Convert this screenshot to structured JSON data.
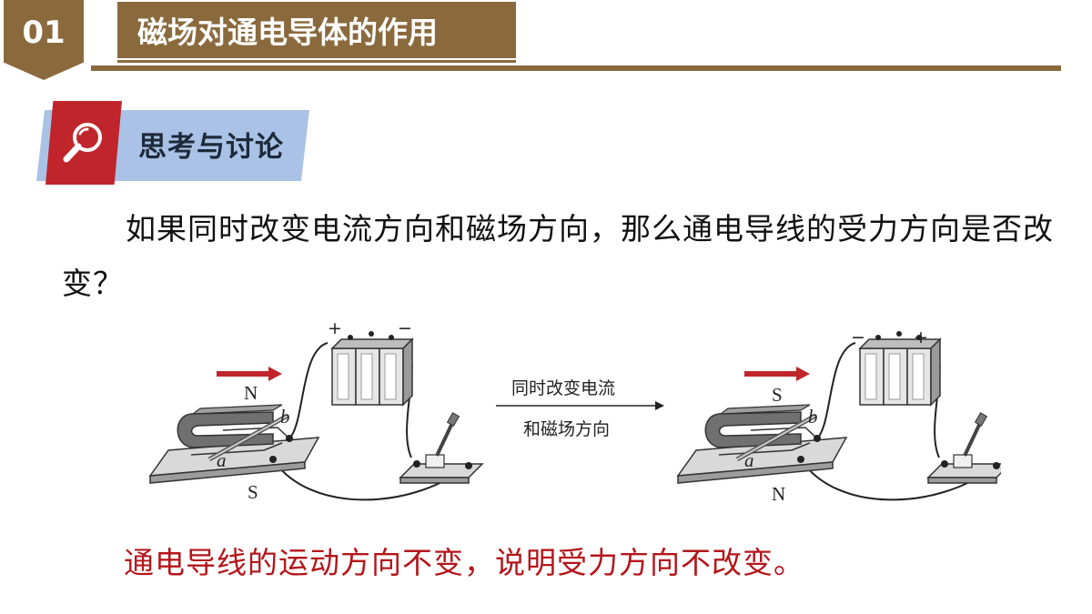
{
  "header": {
    "number": "01",
    "title": "磁场对通电导体的作用"
  },
  "section": {
    "label": "思考与讨论",
    "icon": "magnifier-icon"
  },
  "question": "如果同时改变电流方向和磁场方向，那么通电导线的受力方向是否改变？",
  "figure": {
    "left": {
      "top_pole": "N",
      "bottom_pole": "S",
      "label_a": "a",
      "label_b": "b",
      "battery_left_sign": "+",
      "battery_right_sign": "−"
    },
    "arrow_caption_line1": "同时改变电流",
    "arrow_caption_line2": "和磁场方向",
    "right": {
      "top_pole": "S",
      "bottom_pole": "N",
      "label_a": "a",
      "label_b": "b",
      "battery_left_sign": "−",
      "battery_right_sign": "+"
    }
  },
  "answer": "通电导线的运动方向不变，说明受力方向不改变。",
  "colors": {
    "brand": "#8a6a3d",
    "accent_red": "#c0252b",
    "banner_blue": "#a9c2e6",
    "answer_red": "#b4161b"
  }
}
